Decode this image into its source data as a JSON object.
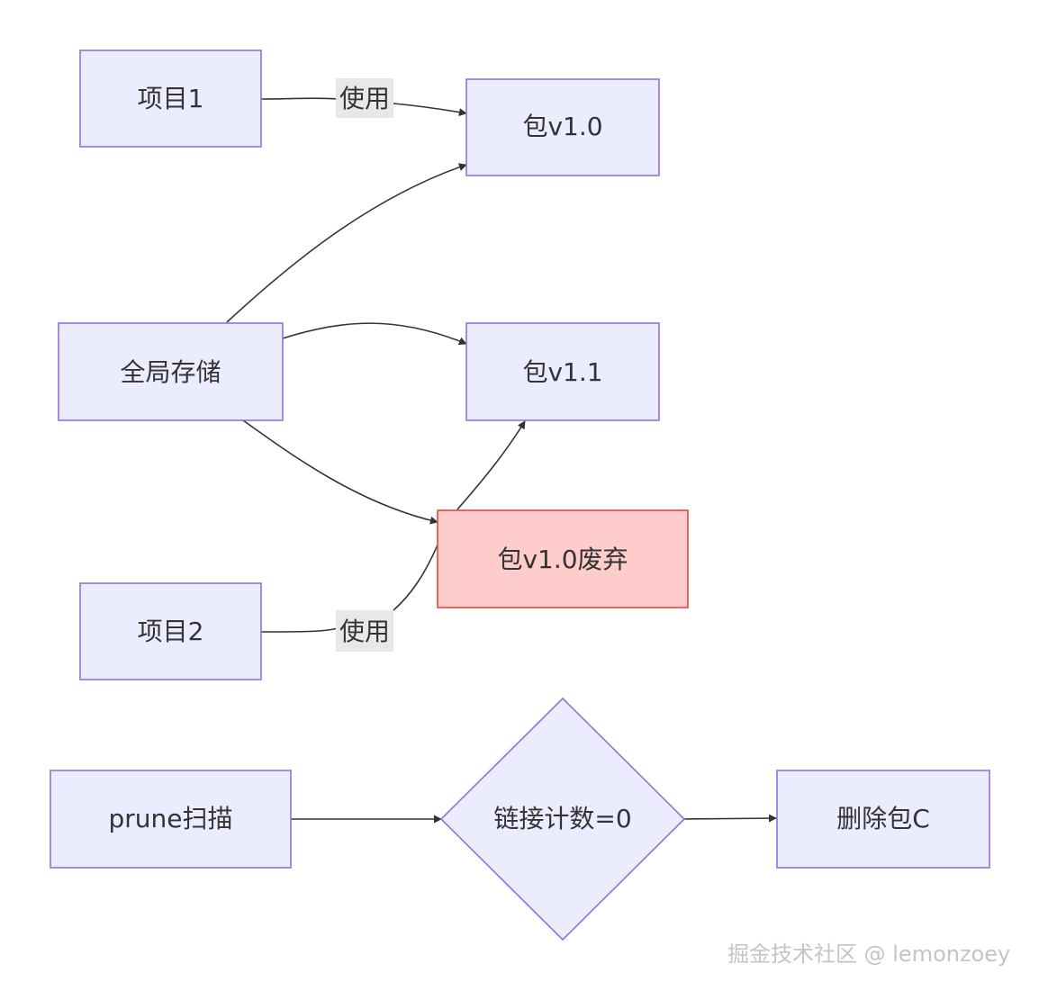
{
  "nodes": {
    "project1": "项目1",
    "pkg_v10": "包v1.0",
    "global_store": "全局存储",
    "pkg_v11": "包v1.1",
    "pkg_v10_deprecated": "包v1.0废弃",
    "project2": "项目2",
    "prune_scan": "prune扫描",
    "link_count_zero": "链接计数=0",
    "delete_pkg_c": "删除包C"
  },
  "edges": {
    "project1_uses": "使用",
    "project2_uses": "使用"
  },
  "colors": {
    "node_fill": "#ECECFF",
    "node_stroke": "#9370DB",
    "highlight_fill": "#FFCCCC",
    "highlight_stroke": "#E04848",
    "edge_label_bg": "#E8E8E8"
  },
  "watermark": "掘金技术社区 @ lemonzoey"
}
